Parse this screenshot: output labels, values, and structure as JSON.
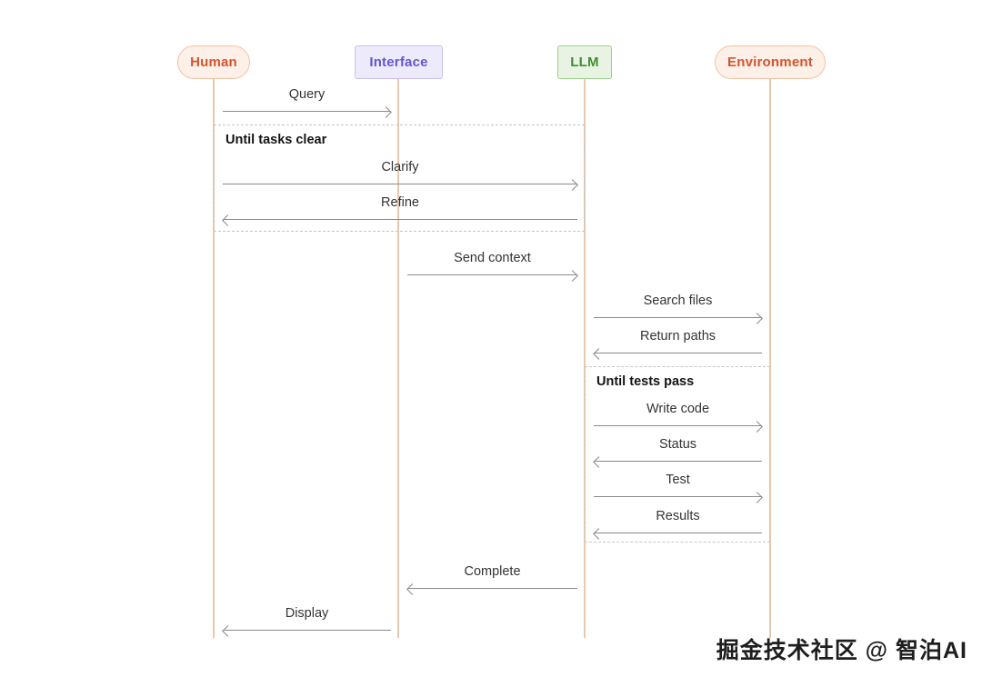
{
  "diagram": {
    "type": "sequence",
    "actors": {
      "human": {
        "label": "Human",
        "color": "#d4552e",
        "bg": "#fdf0e8",
        "border": "#f2c3a6"
      },
      "interface": {
        "label": "Interface",
        "color": "#6257d5",
        "bg": "#edebfb",
        "border": "#c7c0ef"
      },
      "llm": {
        "label": "LLM",
        "color": "#3f8e2d",
        "bg": "#e9f3e4",
        "border": "#9ccf8d"
      },
      "environment": {
        "label": "Environment",
        "color": "#d4552e",
        "bg": "#fdf0e8",
        "border": "#f2c3a6"
      }
    },
    "fragments": {
      "tasks": {
        "label": "Until tasks clear",
        "spans": [
          "Human",
          "LLM"
        ]
      },
      "tests": {
        "label": "Until tests pass",
        "spans": [
          "LLM",
          "Environment"
        ]
      }
    },
    "messages": {
      "query": {
        "label": "Query",
        "from": "Human",
        "to": "Interface"
      },
      "clarify": {
        "label": "Clarify",
        "from": "Human",
        "to": "LLM"
      },
      "refine": {
        "label": "Refine",
        "from": "LLM",
        "to": "Human"
      },
      "send_context": {
        "label": "Send context",
        "from": "Interface",
        "to": "LLM"
      },
      "search_files": {
        "label": "Search files",
        "from": "LLM",
        "to": "Environment"
      },
      "return_paths": {
        "label": "Return paths",
        "from": "Environment",
        "to": "LLM"
      },
      "write_code": {
        "label": "Write code",
        "from": "LLM",
        "to": "Environment"
      },
      "status": {
        "label": "Status",
        "from": "Environment",
        "to": "LLM"
      },
      "test": {
        "label": "Test",
        "from": "LLM",
        "to": "Environment"
      },
      "results": {
        "label": "Results",
        "from": "Environment",
        "to": "LLM"
      },
      "complete": {
        "label": "Complete",
        "from": "LLM",
        "to": "Interface"
      },
      "display": {
        "label": "Display",
        "from": "Interface",
        "to": "Human"
      }
    },
    "styles": {
      "arrow_color": "#8a8a8a",
      "lifeline_color": "#e9c9ad",
      "fragment_border_color": "#c6c6c6",
      "label_color": "#333333"
    },
    "watermark": {
      "text": "掘金技术社区 @ 智泊AI"
    }
  }
}
